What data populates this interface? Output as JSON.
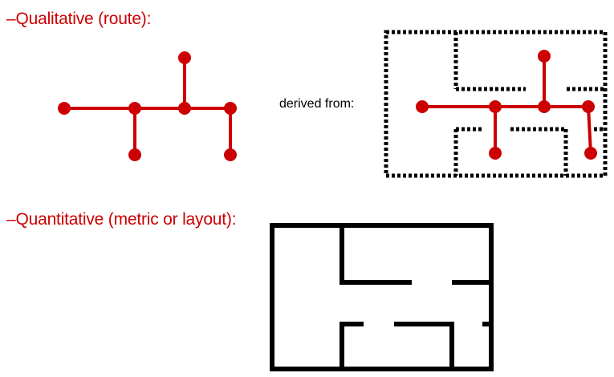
{
  "headings": {
    "qualitative": {
      "bullet": "–",
      "text": "Qualitative (route):"
    },
    "quantitative": {
      "bullet": "–",
      "text": "Quantitative (metric or layout):"
    }
  },
  "connector_label": "derived from:",
  "colors": {
    "route": "#cc0000",
    "walls": "#000000",
    "text": "#222222"
  }
}
